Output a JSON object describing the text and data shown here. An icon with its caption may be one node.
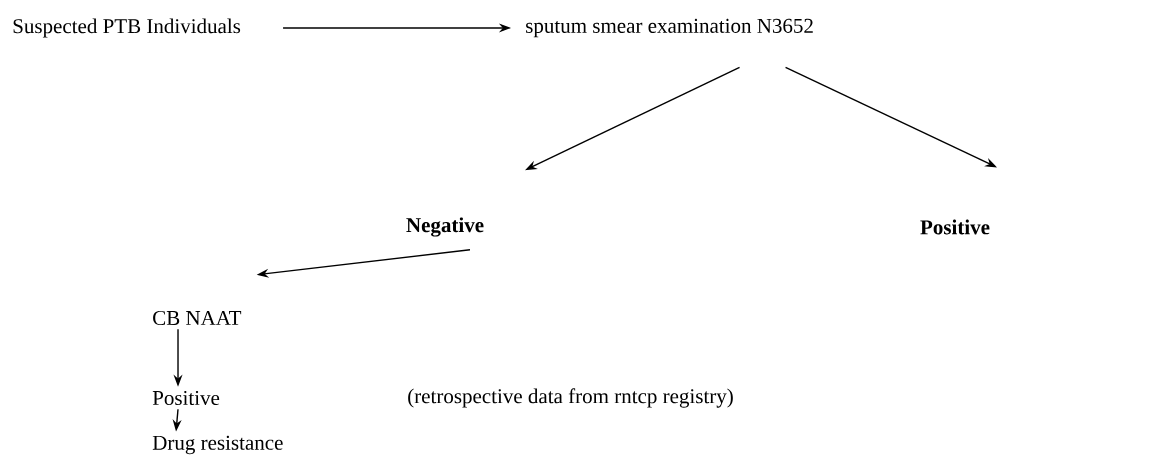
{
  "diagram": {
    "nodes": [
      {
        "text": [
          "Suspected PTB Individuals"
        ]
      },
      {
        "text": [
          "sputum smear examination N3652"
        ]
      },
      {
        "text": [
          "Negative"
        ]
      },
      {
        "text": [
          "Positive"
        ]
      },
      {
        "text": [
          "CB NAAT"
        ]
      },
      {
        "text": [
          "Positive"
        ]
      },
      {
        "text": [
          "Drug resistance"
        ]
      }
    ],
    "edges": [
      {
        "from": 0,
        "to": 1,
        "arrow": "to"
      },
      {
        "from": 1,
        "to": 2,
        "arrow": "to"
      },
      {
        "from": 1,
        "to": 3,
        "arrow": "to"
      },
      {
        "from": 2,
        "to": 4,
        "arrow": "to"
      },
      {
        "from": 4,
        "to": 5,
        "arrow": "to"
      },
      {
        "from": 5,
        "to": 6,
        "arrow": "to"
      }
    ],
    "labels": [
      "(retrospective data from rntcp registry)"
    ]
  }
}
